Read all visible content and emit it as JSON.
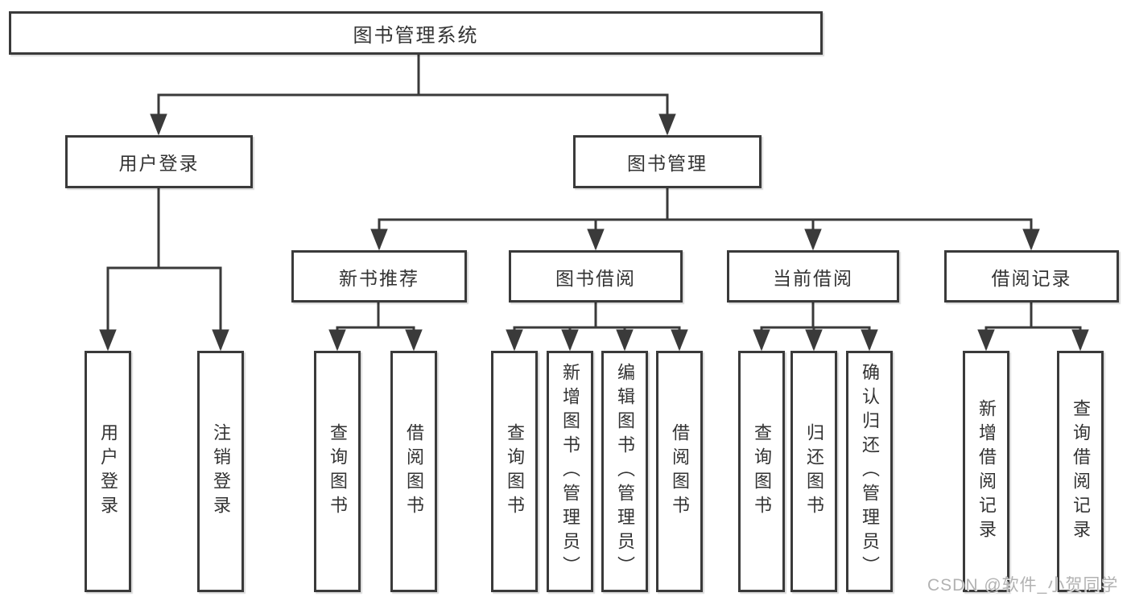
{
  "diagram": {
    "root_label": "图书管理系统",
    "branches": [
      {
        "label": "用户登录",
        "leaves": [
          "用户登录",
          "注销登录"
        ]
      },
      {
        "label": "图书管理",
        "sections": [
          {
            "label": "新书推荐",
            "leaves": [
              "查询图书",
              "借阅图书"
            ]
          },
          {
            "label": "图书借阅",
            "leaves": [
              "查询图书",
              "新增图书（管理员）",
              "编辑图书（管理员）",
              "借阅图书"
            ]
          },
          {
            "label": "当前借阅",
            "leaves": [
              "查询图书",
              "归还图书",
              "确认归还（管理员）"
            ]
          },
          {
            "label": "借阅记录",
            "leaves": [
              "新增借阅记录",
              "查询借阅记录"
            ]
          }
        ]
      }
    ]
  },
  "watermark": "CSDN @软件_小贺同学",
  "colors": {
    "line": "#3a3a3a",
    "text": "#333333",
    "box_background": "#ffffff",
    "page_background": "#ffffff",
    "watermark": "#b2b2b2"
  }
}
